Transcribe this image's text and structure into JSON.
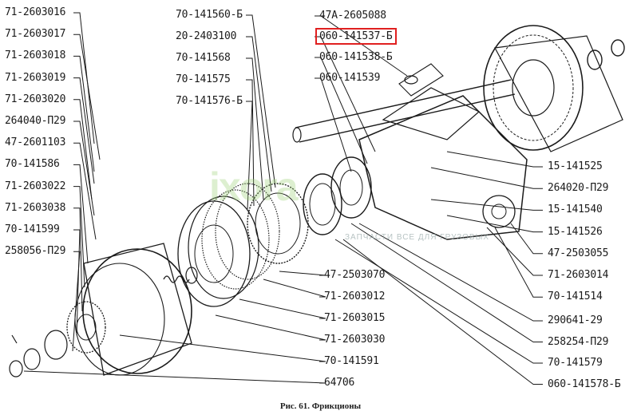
{
  "figure": {
    "caption": "Рис. 61. Фрикционы",
    "highlighted_part": "060-141537-Б",
    "labels_left": [
      "71-2603016",
      "71-2603017",
      "71-2603018",
      "71-2603019",
      "71-2603020",
      "264040-П29",
      "47-2601103",
      "70-141586",
      "71-2603022",
      "71-2603038",
      "70-141599",
      "258056-П29"
    ],
    "labels_center_top": [
      "70-141560-Б",
      "20-2403100",
      "70-141568",
      "70-141575",
      "70-141576-Б"
    ],
    "labels_top_right": [
      "47А-2605088",
      "060-141537-Б",
      "060-141538-Б",
      "060-141539"
    ],
    "labels_right": [
      "15-141525",
      "264020-П29",
      "15-141540",
      "15-141526",
      "47-2503055",
      "71-2603014",
      "70-141514"
    ],
    "labels_bottom_center": [
      "47-2503070",
      "71-2603012",
      "71-2603015",
      "71-2603030",
      "70-141591",
      "64706"
    ],
    "labels_bottom_right": [
      "290641-29",
      "258254-П29",
      "70-141579",
      "060-141578-Б"
    ],
    "watermark": "ixora",
    "watermark_sub": "ЗАПЧАСТИ ВСЕ ДЛЯ ГРУЗОВЫХ"
  },
  "colors": {
    "line": "#1a1a1a",
    "highlight": "#e02020",
    "watermark": "#9fd27a"
  }
}
